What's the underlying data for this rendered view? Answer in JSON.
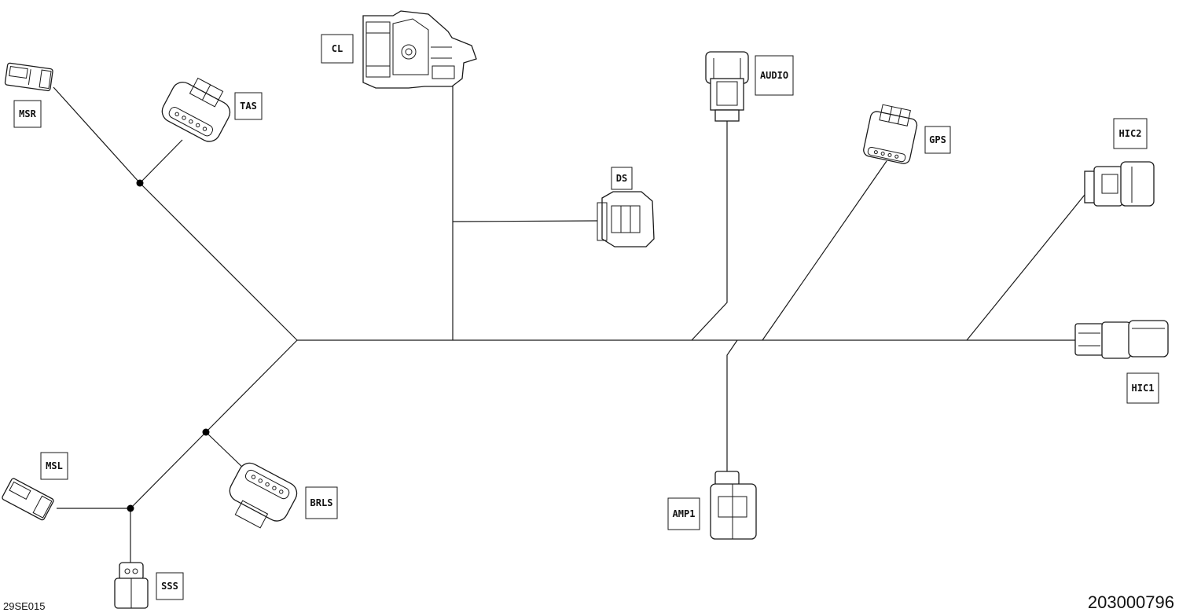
{
  "connectors": {
    "cl": "CL",
    "msr": "MSR",
    "tas": "TAS",
    "ds": "DS",
    "audio": "AUDIO",
    "gps": "GPS",
    "hic2": "HIC2",
    "hic1": "HIC1",
    "msl": "MSL",
    "brls": "BRLS",
    "sss": "SSS",
    "amp1": "AMP1"
  },
  "codes": {
    "left": "29SE015",
    "right": "203000796"
  }
}
